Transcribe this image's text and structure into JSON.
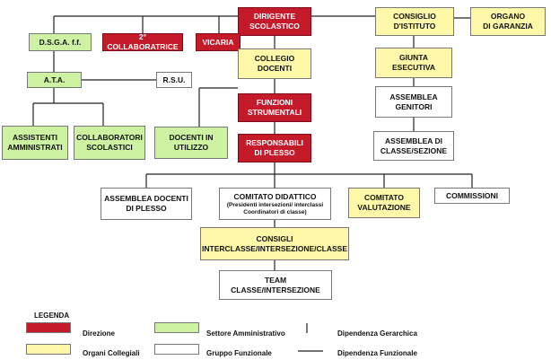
{
  "nodes": {
    "dirigente": {
      "label": "DIRIGENTE\nSCOLASTICO"
    },
    "consiglio_istituto": {
      "label": "CONSIGLIO\nD'ISTITUTO"
    },
    "organo_garanzia": {
      "label": "ORGANO\nDI GARANZIA"
    },
    "dsga": {
      "label": "D.S.G.A. f.f."
    },
    "collaboratrice": {
      "label": "2° COLLABORATRICE"
    },
    "vicaria": {
      "label": "VICARIA"
    },
    "collegio_docenti": {
      "label": "COLLEGIO\nDOCENTI"
    },
    "giunta": {
      "label": "GIUNTA\nESECUTIVA"
    },
    "ata": {
      "label": "A.T.A."
    },
    "rsu": {
      "label": "R.S.U."
    },
    "funzioni_strumentali": {
      "label": "FUNZIONI\nSTRUMENTALI"
    },
    "assemblea_genitori": {
      "label": "ASSEMBLEA\nGENITORI"
    },
    "assistenti": {
      "label": "ASSISTENTI\nAMMINISTRATI"
    },
    "collaboratori": {
      "label": "COLLABORATORI\nSCOLASTICI"
    },
    "docenti_utilizzo": {
      "label": "DOCENTI IN\nUTILIZZO"
    },
    "responsabili": {
      "label": "RESPONSABILI\nDI PLESSO"
    },
    "assemblea_classe": {
      "label": "ASSEMBLEA DI\nCLASSE/SEZIONE"
    },
    "assemblea_docenti": {
      "label": "ASSEMBLEA DOCENTI\nDI PLESSO"
    },
    "comitato_didattico": {
      "label": "COMITATO DIDATTICO",
      "sub": "(Presidenti intersezioni/ interclassi\nCoordinatori di classe)"
    },
    "comitato_valutazione": {
      "label": "COMITATO\nVALUTAZIONE"
    },
    "commissioni": {
      "label": "COMMISSIONI"
    },
    "consigli": {
      "label": "CONSIGLI\nINTERCLASSE/INTERSEZIONE/CLASSE"
    },
    "team": {
      "label": "TEAM\nCLASSE/INTERSEZIONE"
    }
  },
  "legend": {
    "title": "LEGENDA",
    "direzione": "Direzione",
    "organi_collegiali": "Organi Collegiali",
    "settore_amministrativo": "Settore Amministrativo",
    "gruppo_funzionale": "Gruppo Funzionale",
    "dipendenza_gerarchica": "Dipendenza Gerarchica",
    "dipendenza_funzionale": "Dipendenza Funzionale"
  },
  "colors": {
    "direzione": "#c41a2a",
    "organi_collegiali": "#fff8a8",
    "settore_amministrativo": "#cdf3a2",
    "gruppo_funzionale": "#ffffff",
    "line": "#222222"
  }
}
